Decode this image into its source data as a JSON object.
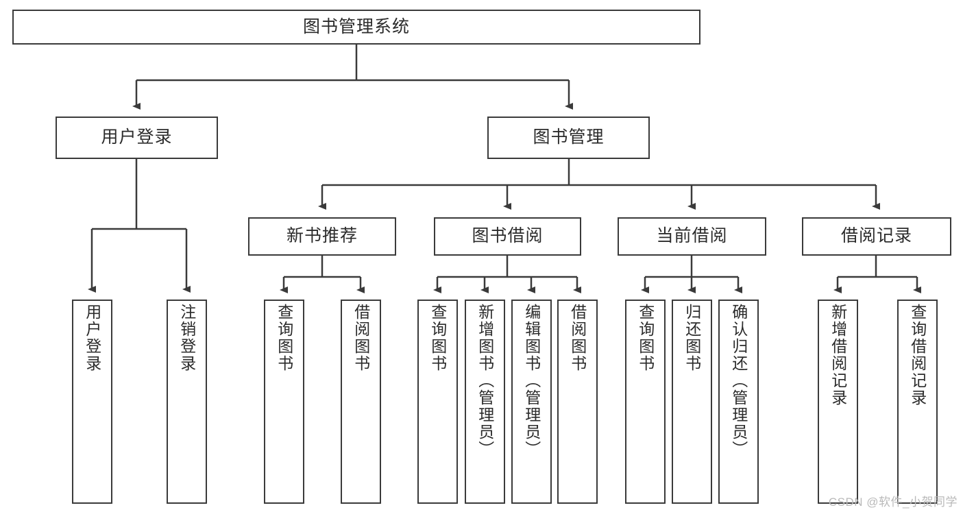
{
  "diagram": {
    "type": "tree-hierarchy",
    "title": "图书管理系统",
    "watermark": "CSDN @软件_小贺同学",
    "colors": {
      "stroke": "#3a3a3a",
      "fill": "#ffffff",
      "text": "#2b2b2b",
      "watermark": "#b9b9b9"
    },
    "levels": {
      "root": {
        "label": "图书管理系统"
      },
      "level2": [
        {
          "label": "用户登录"
        },
        {
          "label": "图书管理"
        }
      ],
      "level3": [
        {
          "label": "新书推荐"
        },
        {
          "label": "图书借阅"
        },
        {
          "label": "当前借阅"
        },
        {
          "label": "借阅记录"
        }
      ],
      "leaves": {
        "user_login": [
          {
            "label": "用户登录"
          },
          {
            "label": "注销登录"
          }
        ],
        "new_book_recommend": [
          {
            "label": "查询图书"
          },
          {
            "label": "借阅图书"
          }
        ],
        "book_borrow": [
          {
            "label": "查询图书"
          },
          {
            "label": "新增图书（管理员）"
          },
          {
            "label": "编辑图书（管理员）"
          },
          {
            "label": "借阅图书"
          }
        ],
        "current_borrow": [
          {
            "label": "查询图书"
          },
          {
            "label": "归还图书"
          },
          {
            "label": "确认归还（管理员）"
          }
        ],
        "borrow_record": [
          {
            "label": "新增借阅记录"
          },
          {
            "label": "查询借阅记录"
          }
        ]
      }
    }
  }
}
